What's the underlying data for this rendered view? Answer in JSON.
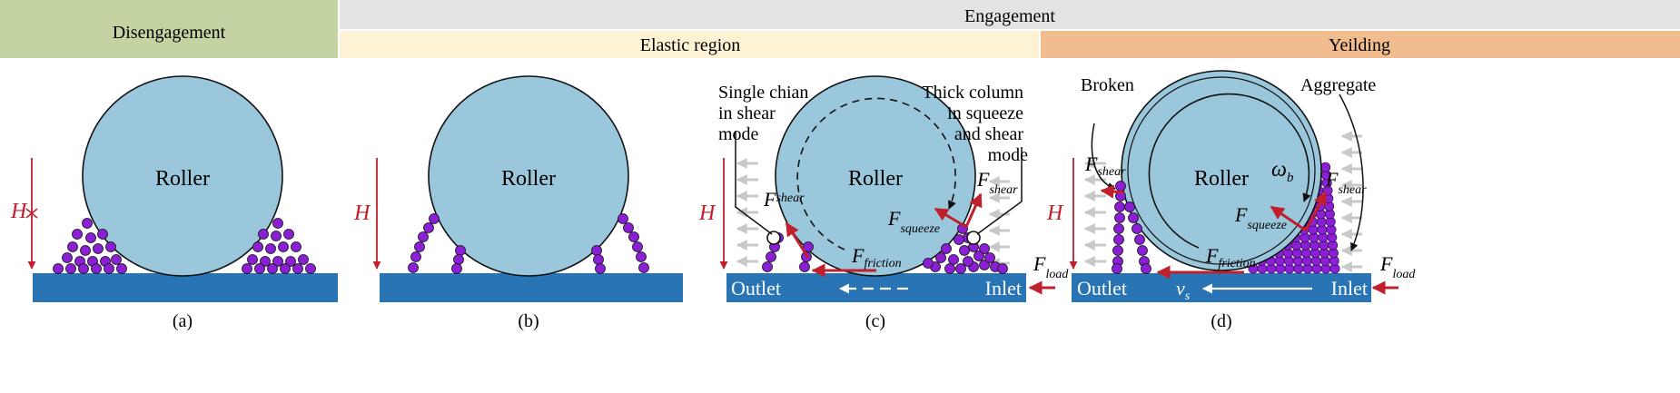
{
  "header": {
    "disengagement": "Disengagement",
    "engagement": "Engagement",
    "elastic_region": "Elastic region",
    "yielding": "Yeilding"
  },
  "colors": {
    "disengagement_bg": "#c3d3a2",
    "engagement_bg": "#e3e3e3",
    "elastic_bg": "#fdf3d4",
    "yielding_bg": "#f2bd8e",
    "roller_fill": "#9ac7dc",
    "base_fill": "#2874b5",
    "particle_fill": "#8a1fd6",
    "force_arrow": "#c0202b",
    "flow_arrow": "#bfbfbf"
  },
  "panels": [
    {
      "caption": "(a)",
      "roller_label": "Roller",
      "height_label": "H"
    },
    {
      "caption": "(b)",
      "roller_label": "Roller",
      "height_label": "H"
    },
    {
      "caption": "(c)",
      "roller_label": "Roller",
      "height_label": "H",
      "outlet": "Outlet",
      "inlet": "Inlet",
      "annotation_left": [
        "Single chian",
        "in shear",
        "mode"
      ],
      "annotation_right": [
        "Thick column",
        "in squeeze",
        "and shear",
        "mode"
      ],
      "forces": {
        "shear_left": {
          "base": "F",
          "sub": "shear"
        },
        "shear_right": {
          "base": "F",
          "sub": "shear"
        },
        "squeeze": {
          "base": "F",
          "sub": "squeeze"
        },
        "friction": {
          "base": "F",
          "sub": "friction"
        },
        "load": {
          "base": "F",
          "sub": "load"
        }
      }
    },
    {
      "caption": "(d)",
      "roller_label": "Roller",
      "height_label": "H",
      "outlet": "Outlet",
      "inlet": "Inlet",
      "annotation_left": [
        "Broken"
      ],
      "annotation_right": [
        "Aggregate"
      ],
      "omega": {
        "base": "ω",
        "sub": "b"
      },
      "velocity": {
        "base": "v",
        "sub": "s"
      },
      "forces": {
        "shear_left": {
          "base": "F",
          "sub": "shear"
        },
        "shear_right": {
          "base": "F",
          "sub": "shear"
        },
        "squeeze": {
          "base": "F",
          "sub": "squeeze"
        },
        "friction": {
          "base": "F",
          "sub": "friction"
        },
        "load": {
          "base": "F",
          "sub": "load"
        }
      }
    }
  ]
}
